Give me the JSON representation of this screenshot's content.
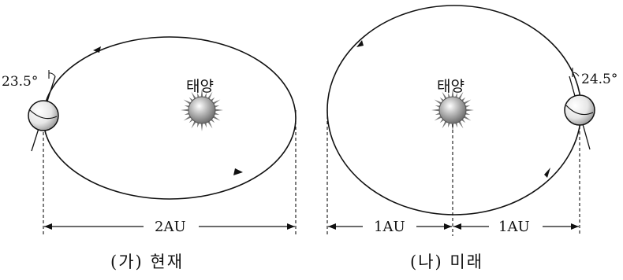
{
  "panel_a": {
    "sun_label": "태양",
    "tilt_label": "23.5°",
    "distance_label": "2AU",
    "caption": "(가) 현재"
  },
  "panel_b": {
    "sun_label": "태양",
    "tilt_label": "24.5°",
    "distance_left_label": "1AU",
    "distance_right_label": "1AU",
    "caption": "(나) 미래"
  }
}
